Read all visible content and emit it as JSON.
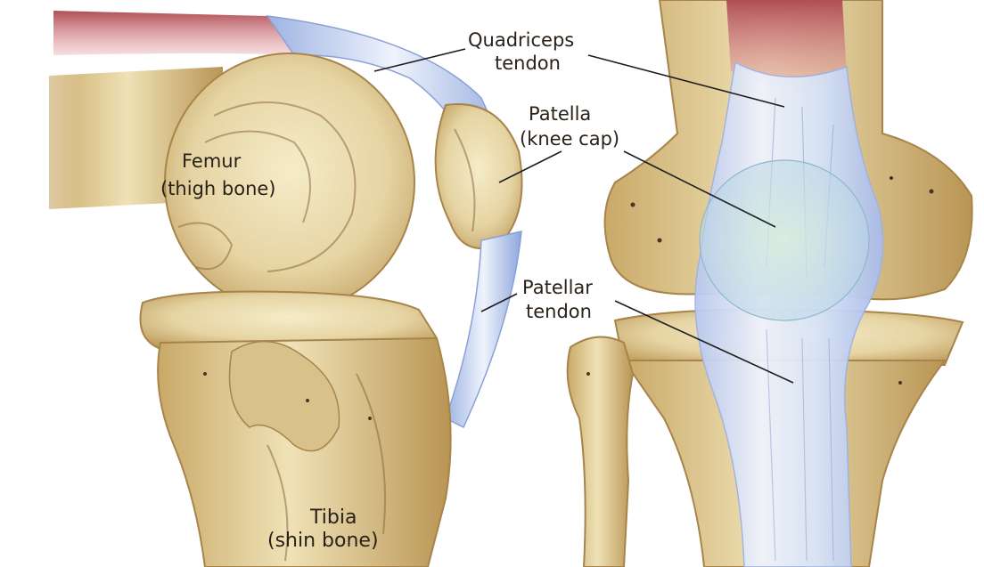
{
  "labels": {
    "quadriceps_line1": "Quadriceps",
    "quadriceps_line2": "tendon",
    "patella_line1": "Patella",
    "patella_line2": "(knee cap)",
    "femur_line1": "Femur",
    "femur_line2": "(thigh bone)",
    "patellar_line1": "Patellar",
    "patellar_line2": "tendon",
    "tibia_line1": "Tibia",
    "tibia_line2": "(shin bone)"
  },
  "colors": {
    "bone": "#e6d4a3",
    "bone_shadow": "#c7a86a",
    "tendon": "#dde6f7",
    "tendon_shade": "#9eb4e6",
    "muscle": "#c76a6a",
    "label_text": "#2a2119"
  }
}
